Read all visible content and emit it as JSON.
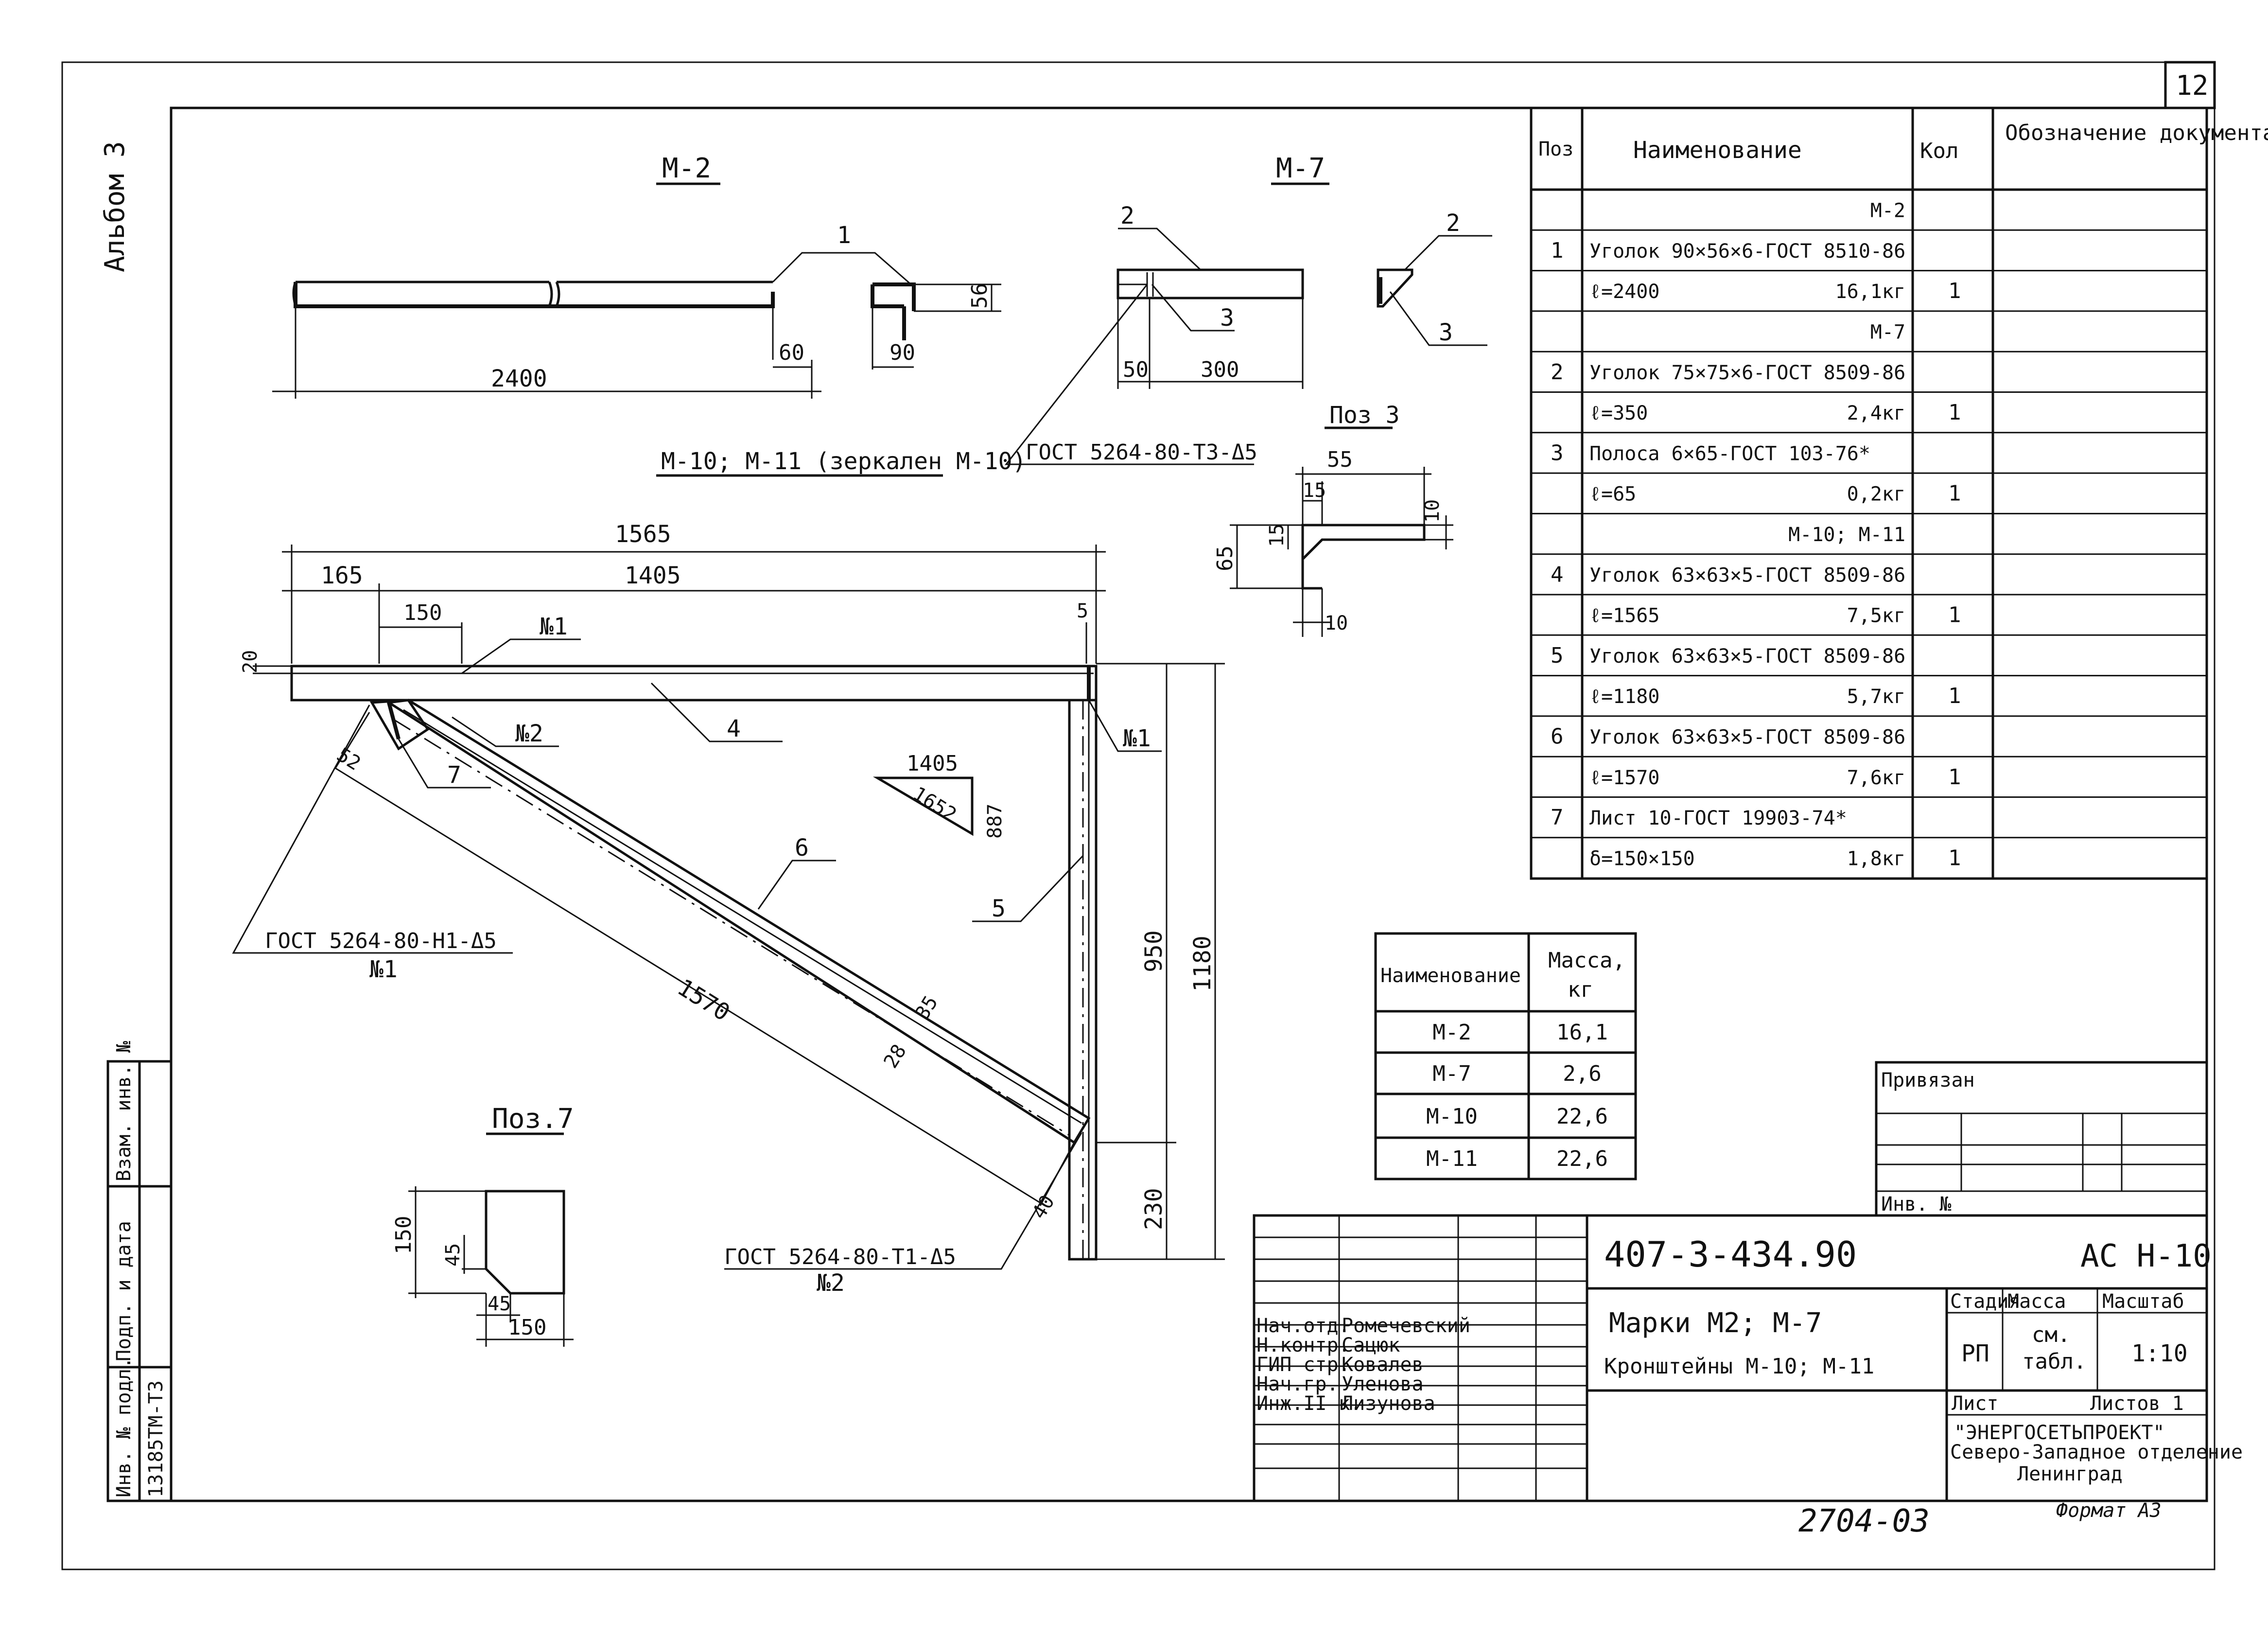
{
  "sheet": {
    "number": "12",
    "album": "Альбом 3",
    "format": "Формат А3",
    "handwritten_number": "2704-03",
    "left_stamp": {
      "inv_podl": "Инв. № подл.",
      "podp_data": "Подп. и дата",
      "vzam_inv": "Взам. инв. №",
      "inv_value": "13185ТМ-Т3"
    }
  },
  "views": {
    "m2": {
      "title": "М-2",
      "dims": {
        "length": "2400",
        "d60": "60",
        "d90": "90",
        "d56": "56"
      },
      "pos": "1"
    },
    "m7": {
      "title": "М-7",
      "dims": {
        "d50": "50",
        "d300": "300"
      },
      "pos2": "2",
      "pos3": "3",
      "weld": "ГОСТ 5264-80-Т3-Δ5",
      "side_pos2": "2",
      "side_pos3": "3"
    },
    "m10": {
      "title": "М-10; М-11 (зеркален М-10)",
      "dims": {
        "d1565": "1565",
        "d165": "165",
        "d1405": "1405",
        "d150": "150",
        "d5": "5",
        "d20": "20",
        "d52": "52",
        "d1570": "1570",
        "d950": "950",
        "d1180": "1180",
        "d230": "230",
        "d35": "35",
        "d28": "28",
        "d40": "40"
      },
      "labels": {
        "n1_top": "№1",
        "n2_top": "№2",
        "n1_right": "№1",
        "pos4": "4",
        "pos5": "5",
        "pos6": "6",
        "pos7": "7"
      },
      "weld_left": "ГОСТ 5264-80-Н1-Δ5",
      "weld_left_n": "№1",
      "weld_bottom": "ГОСТ 5264-80-Т1-Δ5",
      "weld_bottom_n": "№2",
      "triangle": {
        "a": "1405",
        "b": "1652",
        "c": "887"
      }
    },
    "poz3": {
      "title": "Поз 3",
      "dims": {
        "d55": "55",
        "d15a": "15",
        "d10a": "10",
        "d65": "65",
        "d15b": "15",
        "d10b": "10"
      }
    },
    "poz7": {
      "title": "Поз.7",
      "dims": {
        "d150v": "150",
        "d45v": "45",
        "d45h": "45",
        "d150h": "150"
      }
    }
  },
  "spec": {
    "headers": {
      "pos": "Поз",
      "name": "Наименование",
      "qty": "Кол",
      "doc": "Обозначение документа"
    },
    "rows": [
      {
        "pos": "",
        "name": "",
        "mass": "М-2",
        "qty": ""
      },
      {
        "pos": "1",
        "name": "Уголок 90×56×6-ГОСТ 8510-86",
        "mass": "",
        "qty": ""
      },
      {
        "pos": "",
        "name": "ℓ=2400",
        "mass": "16,1кг",
        "qty": "1"
      },
      {
        "pos": "",
        "name": "",
        "mass": "М-7",
        "qty": ""
      },
      {
        "pos": "2",
        "name": "Уголок 75×75×6-ГОСТ 8509-86",
        "mass": "",
        "qty": ""
      },
      {
        "pos": "",
        "name": "ℓ=350",
        "mass": "2,4кг",
        "qty": "1"
      },
      {
        "pos": "3",
        "name": "Полоса 6×65-ГОСТ 103-76*",
        "mass": "",
        "qty": ""
      },
      {
        "pos": "",
        "name": "ℓ=65",
        "mass": "0,2кг",
        "qty": "1"
      },
      {
        "pos": "",
        "name": "",
        "mass": "М-10; М-11",
        "qty": ""
      },
      {
        "pos": "4",
        "name": "Уголок 63×63×5-ГОСТ 8509-86",
        "mass": "",
        "qty": ""
      },
      {
        "pos": "",
        "name": "ℓ=1565",
        "mass": "7,5кг",
        "qty": "1"
      },
      {
        "pos": "5",
        "name": "Уголок 63×63×5-ГОСТ 8509-86",
        "mass": "",
        "qty": ""
      },
      {
        "pos": "",
        "name": "ℓ=1180",
        "mass": "5,7кг",
        "qty": "1"
      },
      {
        "pos": "6",
        "name": "Уголок 63×63×5-ГОСТ 8509-86",
        "mass": "",
        "qty": ""
      },
      {
        "pos": "",
        "name": "ℓ=1570",
        "mass": "7,6кг",
        "qty": "1"
      },
      {
        "pos": "7",
        "name": "Лист 10-ГОСТ 19903-74*",
        "mass": "",
        "qty": ""
      },
      {
        "pos": "",
        "name": "δ=150×150",
        "mass": "1,8кг",
        "qty": "1"
      }
    ]
  },
  "mass_table": {
    "headers": {
      "name": "Наименование",
      "mass_l1": "Масса,",
      "mass_l2": "кг"
    },
    "rows": [
      {
        "name": "М-2",
        "mass": "16,1"
      },
      {
        "name": "М-7",
        "mass": "2,6"
      },
      {
        "name": "М-10",
        "mass": "22,6"
      },
      {
        "name": "М-11",
        "mass": "22,6"
      }
    ]
  },
  "privyazan": {
    "title": "Привязан",
    "inv": "Инв. №"
  },
  "title_block": {
    "code": "407-3-434.90",
    "set": "АС Н-10",
    "title_line1": "Марки М2; М-7",
    "title_line2": "Кронштейны М-10; М-11",
    "stage_label": "Стадия",
    "mass_label": "Масса",
    "scale_label": "Масштаб",
    "stage": "РП",
    "mass_l1": "см.",
    "mass_l2": "табл.",
    "scale": "1:10",
    "sheet_label": "Лист",
    "sheets_label": "Листов 1",
    "org1": "\"ЭНЕРГОСЕТЬПРОЕКТ\"",
    "org2": "Северо-Западное отделение",
    "org3": "Ленинград",
    "people": [
      {
        "role": "Нач.отд.",
        "name": "Ромечевский"
      },
      {
        "role": "Н.контр.",
        "name": "Сацюк"
      },
      {
        "role": "ГИП стр.",
        "name": "Ковалев"
      },
      {
        "role": "Нач.гр.",
        "name": "Уленова"
      },
      {
        "role": "Инж.II к.",
        "name": "Лизунова"
      }
    ]
  }
}
